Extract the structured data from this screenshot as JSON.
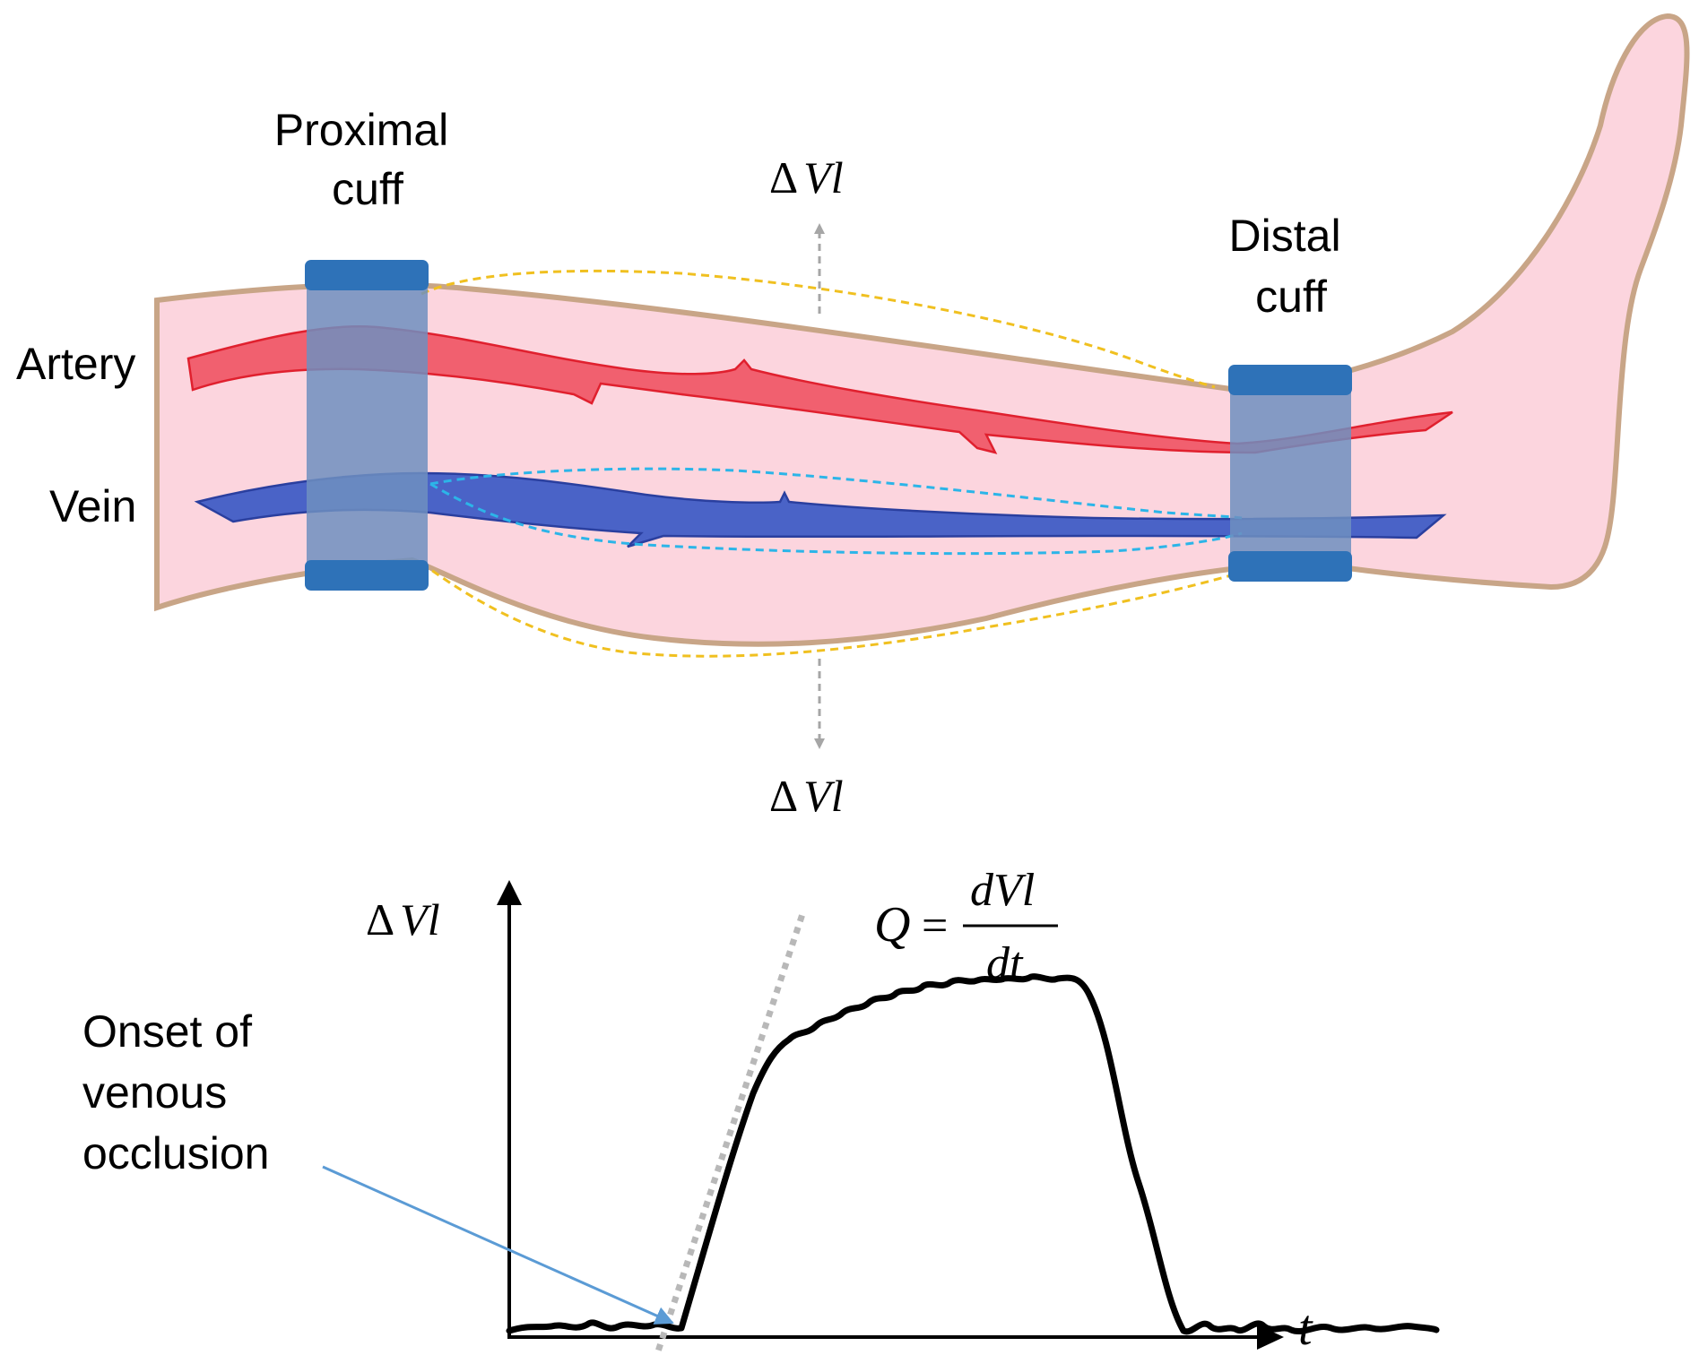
{
  "labels": {
    "proximal_cuff": [
      "Proximal",
      "cuff"
    ],
    "distal_cuff": [
      "Distal",
      "cuff"
    ],
    "artery": "Artery",
    "vein": "Vein",
    "delta_top": {
      "symbol": "Δ",
      "var": "Vl"
    },
    "delta_bottom": {
      "symbol": "Δ",
      "var": "Vl"
    },
    "graph_y_axis": {
      "symbol": "Δ",
      "var": "Vl"
    },
    "graph_x_axis": "t",
    "onset": [
      "Onset of",
      "venous",
      "occlusion"
    ],
    "formula": {
      "lhs": "Q",
      "eq": "=",
      "numerator": "dVl",
      "denominator": "dt"
    }
  },
  "colors": {
    "skin": "#fcd5de",
    "skin_outline": "#c8a587",
    "artery": "#f1606f",
    "artery_edge": "#e0202e",
    "vein": "#4a63c7",
    "vein_edge": "#2a3f9f",
    "cuff": "#2e72b8",
    "cuff_band": "#6f8fc0",
    "expansion_yellow": "#f0c020",
    "expansion_cyan": "#2cb5e8",
    "arrow_gray": "#a6a6a6",
    "onset_arrow": "#5b9bd5",
    "curve": "#000000",
    "tangent": "#b8b8b8"
  }
}
